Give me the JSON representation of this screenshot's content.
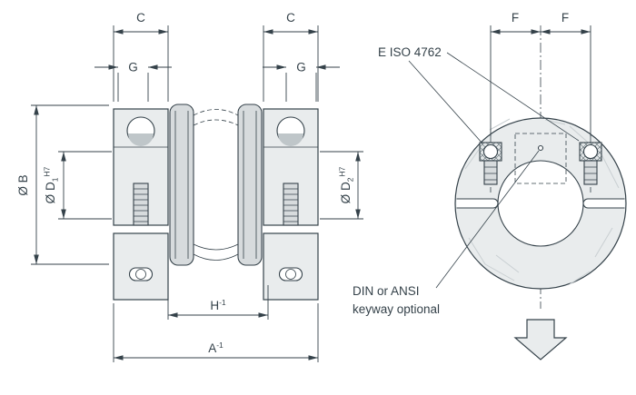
{
  "drawing": {
    "labels": {
      "c_left": "C",
      "c_right": "C",
      "g_left": "G",
      "g_right": "G",
      "f_left": "F",
      "f_right": "F",
      "b": "Ø B",
      "d1_main": "Ø D",
      "d1_sub": "1",
      "d1_sup": "H7",
      "d2_main": "Ø D",
      "d2_sub": "2",
      "d2_sup": "H7",
      "h_main": "H",
      "h_sup": "-1",
      "a_main": "A",
      "a_sup": "-1"
    },
    "annotations": {
      "screw_spec": "E ISO 4762",
      "keyway_line1": "DIN or ANSI",
      "keyway_line2": "keyway optional"
    },
    "colors": {
      "line": "#35424a",
      "fill_light": "#e9eced",
      "fill_mid": "#d7dbdd",
      "fill_dark": "#bfc6c9",
      "hatch": "#5d6b72",
      "background": "#ffffff"
    }
  }
}
